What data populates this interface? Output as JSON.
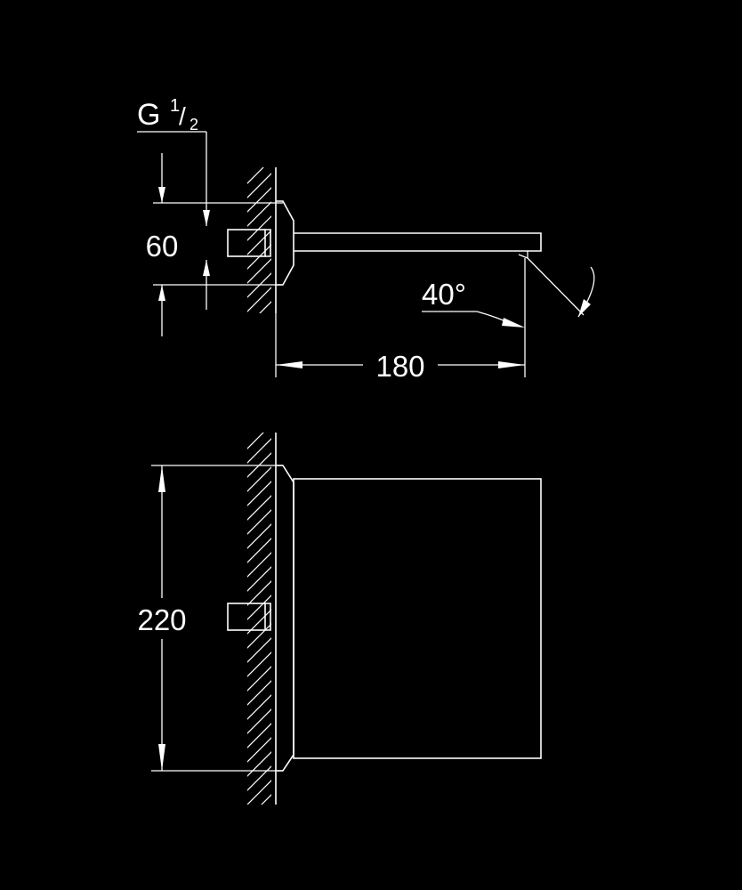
{
  "drawing": {
    "type": "technical-dimension-drawing",
    "line_color": "#ffffff",
    "background_color": "#000000",
    "side_view": {
      "thread": {
        "letter": "G",
        "numerator": "1",
        "slash": "/",
        "denominator": "2"
      },
      "dim_height": "60",
      "dim_length": "180",
      "dim_angle": "40°"
    },
    "front_view": {
      "dim_height": "220"
    }
  }
}
